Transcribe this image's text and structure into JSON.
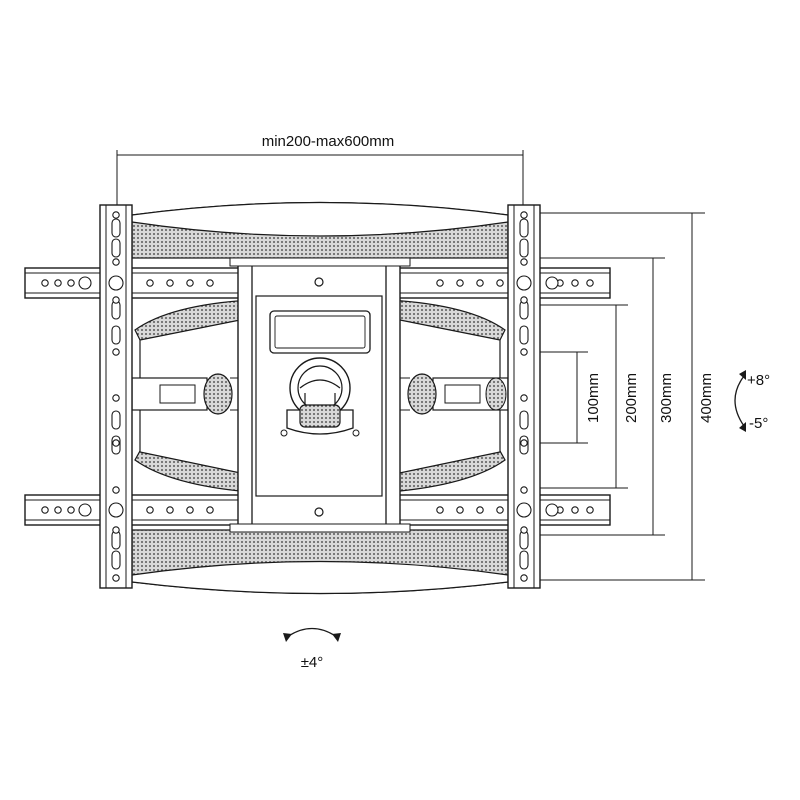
{
  "dimensions": {
    "width_range": "min200-max600mm",
    "height_100": "100mm",
    "height_200": "200mm",
    "height_300": "300mm",
    "height_400": "400mm"
  },
  "tilt": {
    "up": "+8°",
    "down": "-5°"
  },
  "swivel": {
    "level": "±4°"
  },
  "colors": {
    "stroke": "#1a1a1a",
    "fill_dark": "#555555",
    "fill_light": "#ffffff"
  }
}
